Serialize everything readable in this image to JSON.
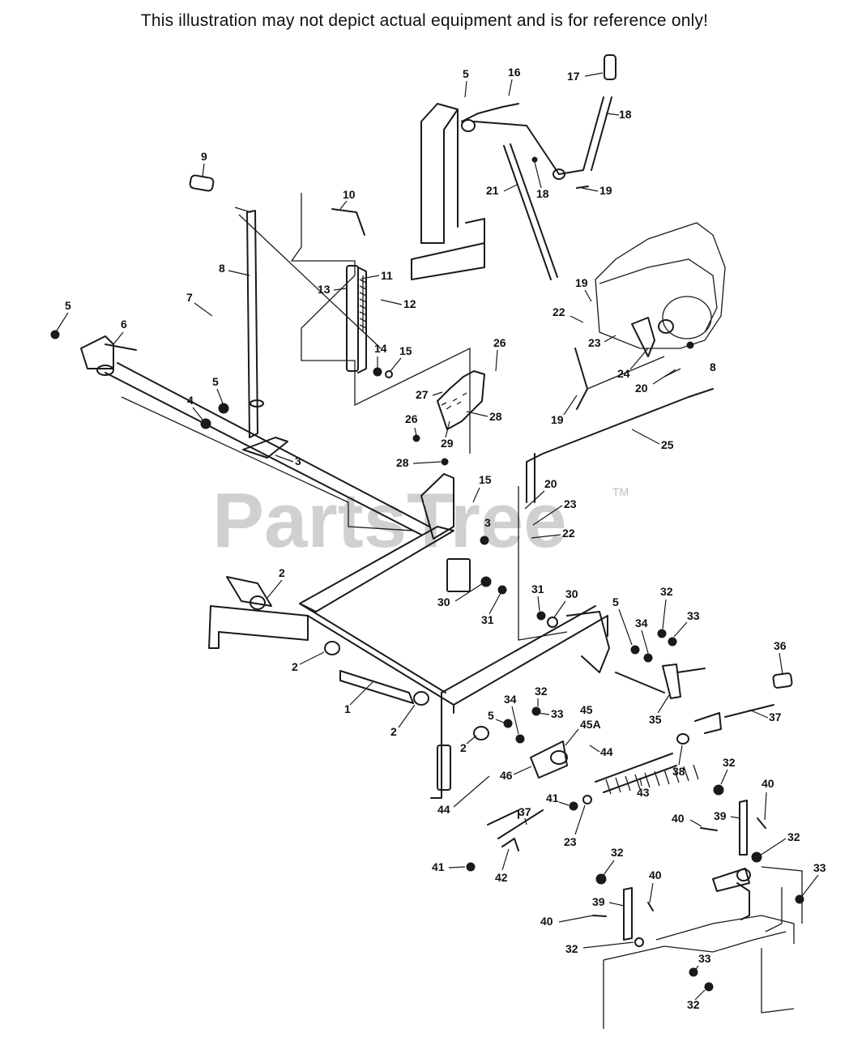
{
  "disclaimer": "This illustration may not depict actual equipment and is for reference only!",
  "watermark": {
    "text": "PartsTree",
    "trademark": "TM"
  },
  "callouts": [
    "1",
    "2",
    "3",
    "4",
    "5",
    "6",
    "7",
    "8",
    "9",
    "10",
    "11",
    "12",
    "13",
    "14",
    "15",
    "16",
    "17",
    "18",
    "19",
    "20",
    "21",
    "22",
    "23",
    "24",
    "25",
    "26",
    "27",
    "28",
    "29",
    "30",
    "31",
    "32",
    "33",
    "34",
    "35",
    "36",
    "37",
    "38",
    "39",
    "40",
    "41",
    "42",
    "43",
    "44",
    "45",
    "45A",
    "46"
  ]
}
